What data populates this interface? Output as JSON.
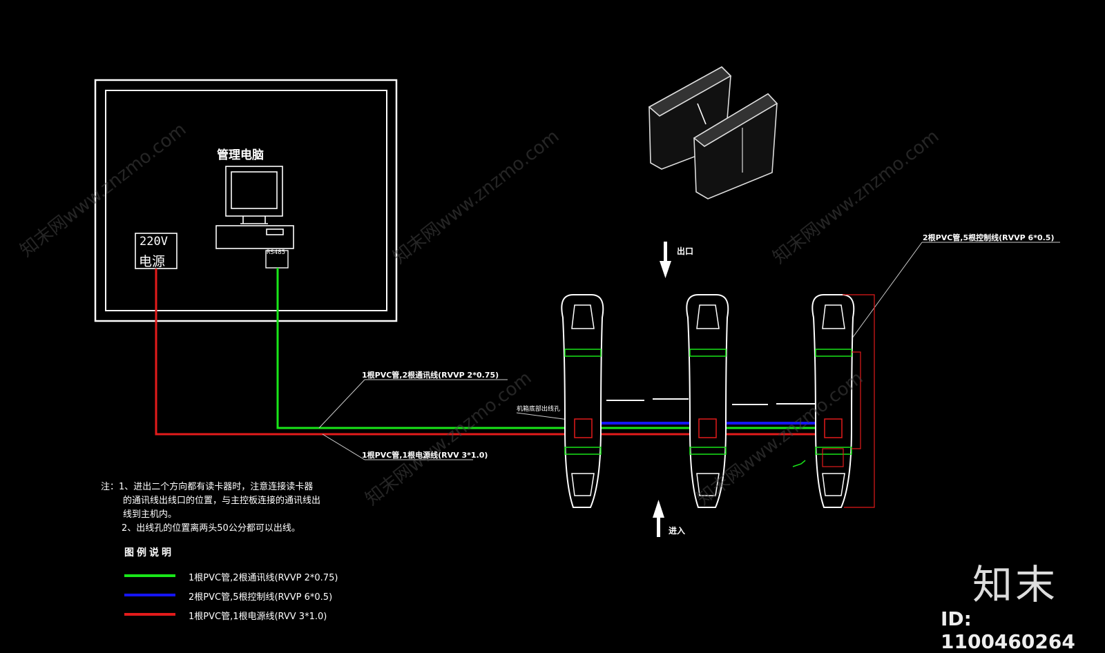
{
  "labels": {
    "computer": "管理电脑",
    "power_line1": "220V",
    "power_line2": "电源",
    "rs485": "RS485",
    "exit": "出口",
    "entry": "进入",
    "gate_label": "机箱底部出线孔"
  },
  "annotations": {
    "green_callout": "1根PVC管,2根通讯线(RVVP 2*0.75)",
    "red_callout": "1根PVC管,1根电源线(RVV 3*1.0)",
    "blue_callout": "2根PVC管,5根控制线(RVVP 6*0.5)"
  },
  "notes": {
    "line1": "注：1、进出二个方向都有读卡器时，注意连接读卡器",
    "line2": "的通讯线出线口的位置，与主控板连接的通讯线出",
    "line3": "线到主机内。",
    "line4": "2、出线孔的位置离两头50公分都可以出线。"
  },
  "legend": {
    "title": "图例说明",
    "items": [
      {
        "label": "1根PVC管,2根通讯线(RVVP 2*0.75)",
        "color": "#19e619"
      },
      {
        "label": "2根PVC管,5根控制线(RVVP 6*0.5)",
        "color": "#1515ff"
      },
      {
        "label": "1根PVC管,1根电源线(RVV 3*1.0)",
        "color": "#e31b1b"
      }
    ]
  },
  "watermark": {
    "logo": "知末",
    "id": "ID: 1100460264",
    "site": "知末网www.znzmo.com"
  },
  "colors": {
    "green": "#19e619",
    "blue": "#1515ff",
    "red": "#e31b1b",
    "line": "#ffffff"
  }
}
